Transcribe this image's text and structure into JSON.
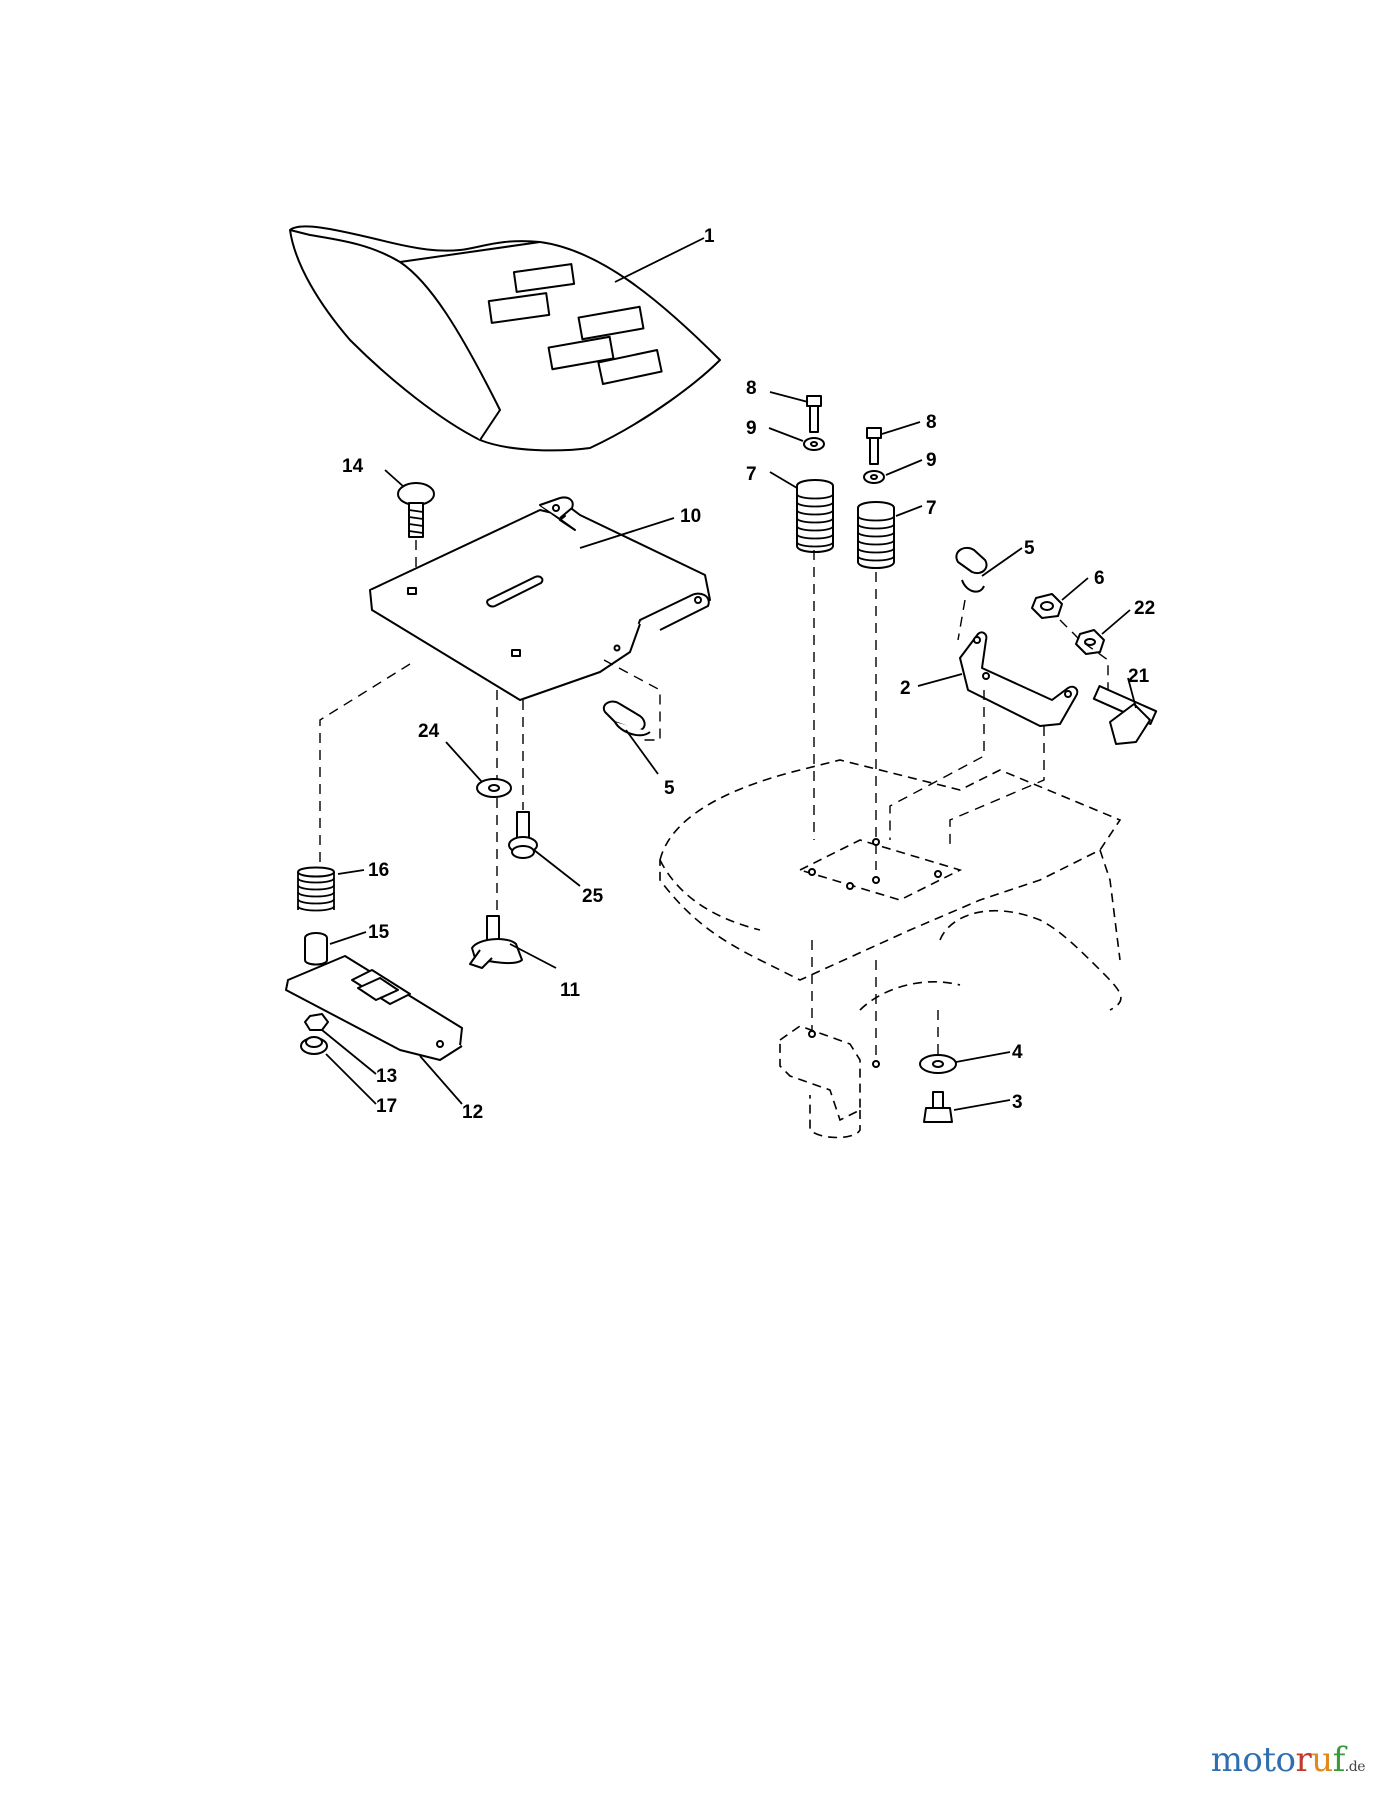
{
  "callouts": {
    "c1": "1",
    "c2": "2",
    "c3": "3",
    "c4": "4",
    "c5a": "5",
    "c5b": "5",
    "c6": "6",
    "c7a": "7",
    "c7b": "7",
    "c8a": "8",
    "c8b": "8",
    "c9a": "9",
    "c9b": "9",
    "c10": "10",
    "c11": "11",
    "c12": "12",
    "c13": "13",
    "c14": "14",
    "c15": "15",
    "c16": "16",
    "c17": "17",
    "c21": "21",
    "c22": "22",
    "c24": "24",
    "c25": "25"
  },
  "watermark": {
    "name_a": "moto",
    "name_b": "r",
    "name_c": "u",
    "name_d": "f",
    "tld": ".de"
  },
  "colors": {
    "line": "#000000",
    "background": "#ffffff",
    "watermark_blue": "#2f6fb0"
  }
}
